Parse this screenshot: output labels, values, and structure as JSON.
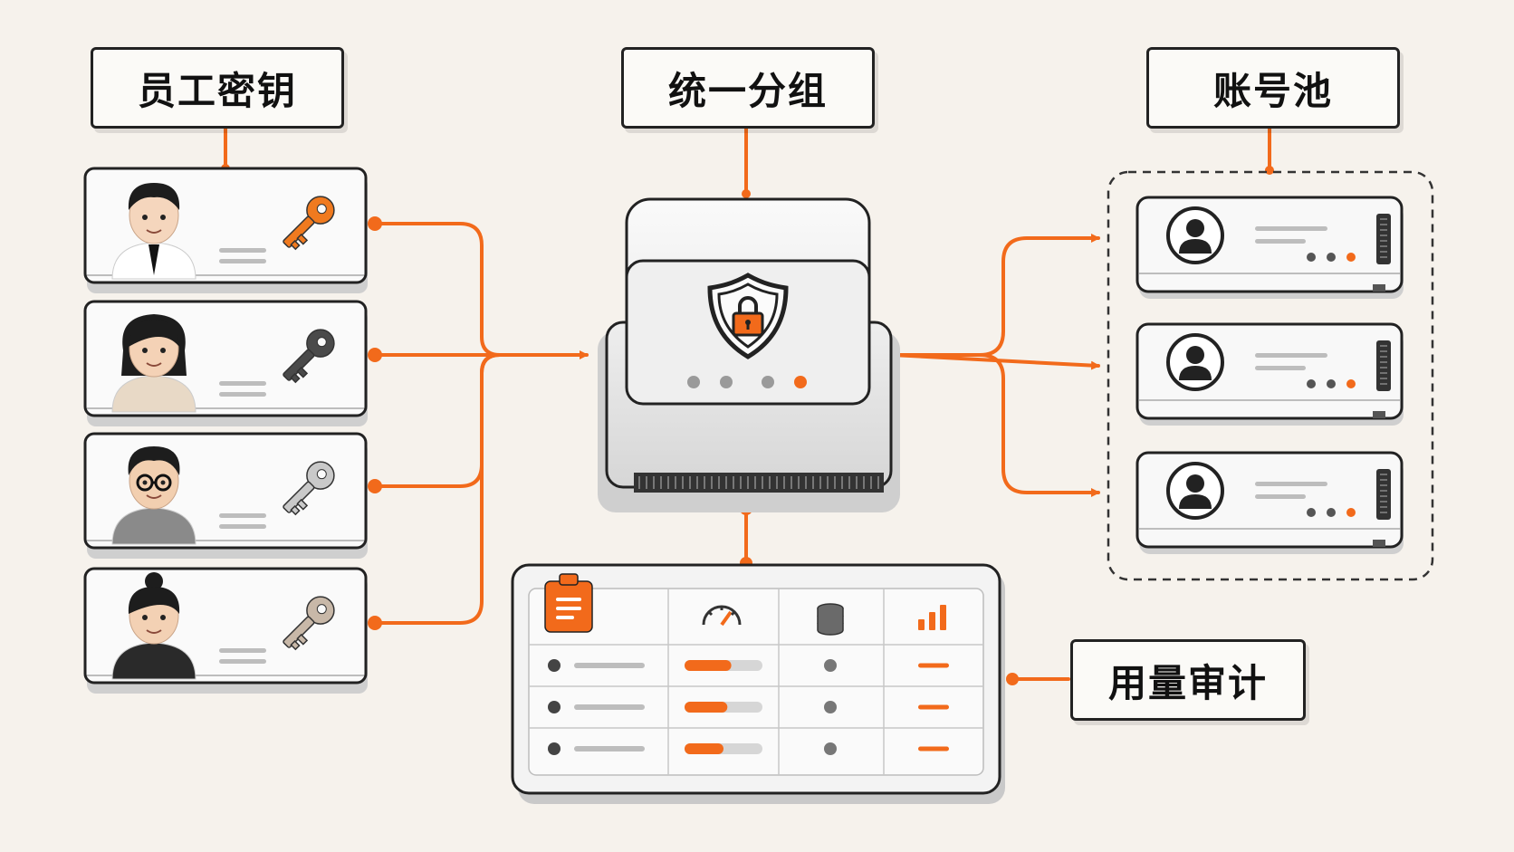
{
  "labels": {
    "employee_keys": "员工密钥",
    "unified_group": "统一分组",
    "account_pool": "账号池",
    "usage_audit": "用量审计"
  },
  "employees": [
    {
      "avatar": "man-in-shirt-tie",
      "key_color": "#f07a1f"
    },
    {
      "avatar": "woman-long-hair-blazer",
      "key_color": "#4a4a4a"
    },
    {
      "avatar": "man-glasses-hoodie",
      "key_color": "#c9c9c9"
    },
    {
      "avatar": "woman-bun-tshirt",
      "key_color": "#c8b8a8"
    }
  ],
  "accounts": [
    {
      "icon": "user-avatar-icon"
    },
    {
      "icon": "user-avatar-icon"
    },
    {
      "icon": "user-avatar-icon"
    }
  ],
  "gateway": {
    "icon": "shield-lock-icon"
  },
  "audit_table": {
    "header_icons": [
      "clipboard-icon",
      "gauge-icon",
      "database-icon",
      "bar-chart-icon"
    ],
    "rows": [
      {
        "usage": 0.6
      },
      {
        "usage": 0.55
      },
      {
        "usage": 0.5
      }
    ]
  },
  "colors": {
    "accent": "#f26a1b",
    "outline": "#222222",
    "background": "#f6f2ec"
  }
}
